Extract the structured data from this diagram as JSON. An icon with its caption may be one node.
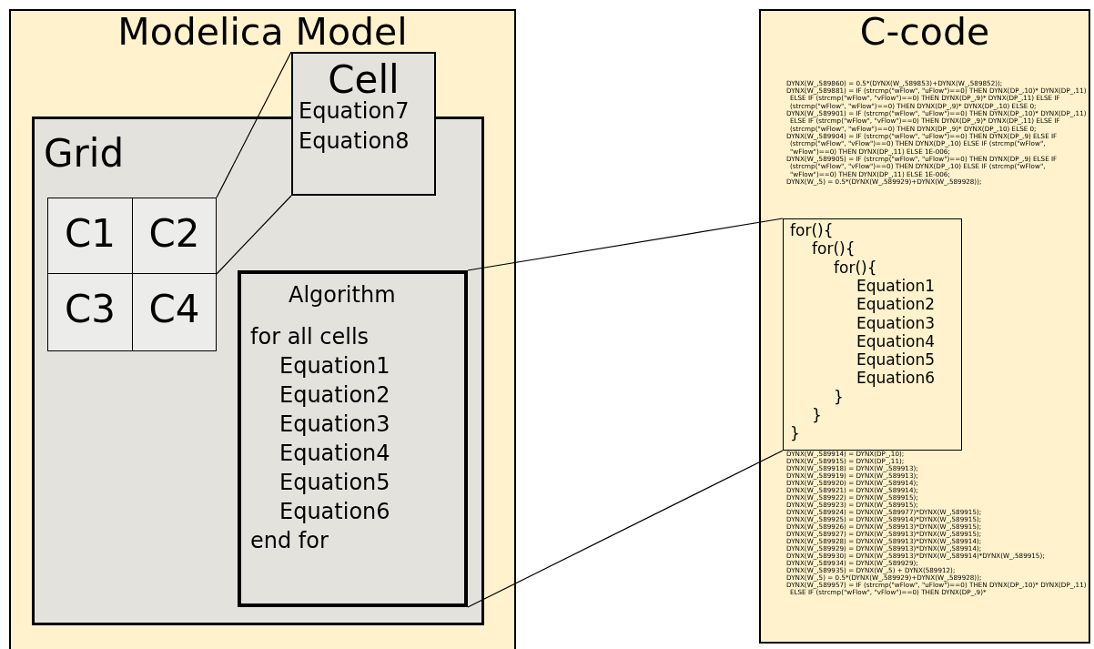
{
  "diagram": {
    "nodes": [
      {
        "text": [
          "Modelica Model"
        ]
      },
      {
        "text": [
          "Grid"
        ],
        "in": 0
      },
      {
        "text": [
          "Cell",
          "Equation7",
          "Equation8"
        ],
        "in": 0
      },
      {
        "text": [
          "C1"
        ],
        "in": 1
      },
      {
        "text": [
          "C2"
        ],
        "in": 1
      },
      {
        "text": [
          "C3"
        ],
        "in": 1
      },
      {
        "text": [
          "C4"
        ],
        "in": 1
      },
      {
        "text": [
          "Algorithm",
          "for all cells",
          "Equation1",
          "Equation2",
          "Equation3",
          "Equation4",
          "Equation5",
          "Equation6",
          "end for"
        ],
        "in": 1
      },
      {
        "text": [
          "C-code",
          "DYNX(W_,589860) = 0.5*(DYNX(W_,589853)+DYNX(W_,589852));",
          "DYNX(W_,589881) = IF (strcmp(\"wFlow\", \"uFlow\")==0) THEN DYNX(DP_,10)* DYNX(DP_,11) ELSE IF (strcmp(\"wFlow\", \"vFlow\")==0) THEN DYNX(DP_,9)* DYNX(DP_,11) ELSE IF (strcmp(\"wFlow\", \"wFlow\")==0) THEN DYNX(DP_,9)* DYNX(DP_,10) ELSE 0;",
          "DYNX(W_,589901) = IF (strcmp(\"wFlow\", \"uFlow\")==0) THEN DYNX(DP_,10)* DYNX(DP_,11) ELSE IF (strcmp(\"wFlow\", \"vFlow\")==0) THEN DYNX(DP_,9)* DYNX(DP_,11) ELSE IF (strcmp(\"wFlow\", \"wFlow\")==0) THEN DYNX(DP_,9)* DYNX(DP_,10) ELSE 0;",
          "DYNX(W_,589904) = IF (strcmp(\"wFlow\", \"uFlow\")==0) THEN DYNX(DP_,9) ELSE IF (strcmp(\"wFlow\", \"vFlow\")==0) THEN DYNX(DP_,10) ELSE IF (strcmp(\"wFlow\", \"wFlow\")==0) THEN DYNX(DP_,11) ELSE 1E-006;",
          "DYNX(W_,589905) = IF (strcmp(\"wFlow\", \"uFlow\")==0) THEN DYNX(DP_,9) ELSE IF (strcmp(\"wFlow\", \"vFlow\")==0) THEN DYNX(DP_,10) ELSE IF (strcmp(\"wFlow\", \"wFlow\")==0) THEN DYNX(DP_,11) ELSE 1E-006;",
          "DYNX(W_,5) = 0.5*(DYNX(W_,589929)+DYNX(W_,589928));",
          "DYNX(W_,589914) = DYNX(DP_,10);",
          "DYNX(W_,589915) = DYNX(DP_,11);",
          "DYNX(W_,589918) = DYNX(W_,589913);",
          "DYNX(W_,589919) = DYNX(W_,589913);",
          "DYNX(W_,589920) = DYNX(W_,589914);",
          "DYNX(W_,589921) = DYNX(W_,589914);",
          "DYNX(W_,589922) = DYNX(W_,589915);",
          "DYNX(W_,589923) = DYNX(W_,589915);",
          "DYNX(W_,589924) = DYNX(W_,589977)*DYNX(W_,589915);",
          "DYNX(W_,589925) = DYNX(W_,589914)*DYNX(W_,589915);",
          "DYNX(W_,589926) = DYNX(W_,589913)*DYNX(W_,589915);",
          "DYNX(W_,589927) = DYNX(W_,589913)*DYNX(W_,589915);",
          "DYNX(W_,589928) = DYNX(W_,589913)*DYNX(W_,589914);",
          "DYNX(W_,589929) = DYNX(W_,589913)*DYNX(W_,589914);",
          "DYNX(W_,589930) = DYNX(W_,589913)*DYNX(W_,589914)*DYNX(W_,589915);",
          "DYNX(W_,589934) = DYNX(W_,589929);",
          "DYNX(W_,589935) = DYNX(W_,5)  + DYNX(589912);",
          "DYNX(W_,5) = 0.5*(DYNX(W_,589929)+DYNX(W_,589928));",
          "DYNX(W_,589957) = IF (strcmp(\"wFlow\", \"uFlow\")==0) THEN DYNX(DP_,10)* DYNX(DP_,11) ELSE IF (strcmp(\"wFlow\", \"vFlow\")==0) THEN DYNX(DP_,9)*"
        ]
      },
      {
        "text": [
          "for(){",
          "for(){",
          "for(){",
          "Equation1",
          "Equation2",
          "Equation3",
          "Equation4",
          "Equation5",
          "Equation6",
          "}",
          "}",
          "}"
        ],
        "in": 8
      }
    ],
    "edges": [
      {
        "from": 4,
        "to": 2,
        "arrow": "none"
      },
      {
        "from": 4,
        "to": 2,
        "arrow": "none"
      },
      {
        "from": 7,
        "to": 9,
        "arrow": "none"
      },
      {
        "from": 7,
        "to": 9,
        "arrow": "none"
      }
    ]
  }
}
